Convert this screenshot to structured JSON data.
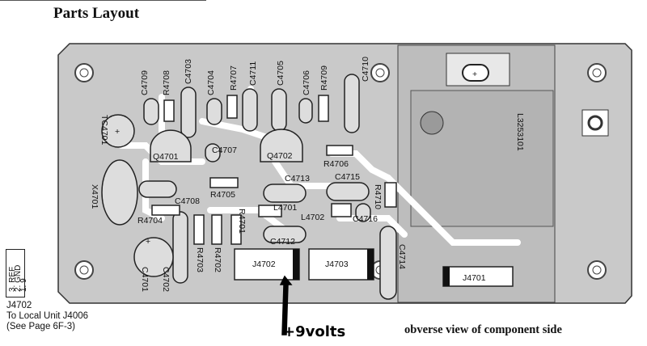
{
  "title": "Parts Layout",
  "caption": "obverse view of component side",
  "annotation": "+9volts",
  "connector_note": {
    "line1": "J4702",
    "line2": "To Local Unit J4006",
    "line3": "(See Page 6F-3)"
  },
  "pinout": [
    "3. REF",
    "2. GND",
    "1. 9"
  ],
  "board_marking": "L3253101",
  "components": {
    "C4709": "C4709",
    "R4708": "R4708",
    "C4703": "C4703",
    "C4704": "C4704",
    "R4707": "R4707",
    "C4711": "C4711",
    "C4705": "C4705",
    "C4706": "C4706",
    "R4709": "R4709",
    "C4710": "C4710",
    "TC4701": "TC4701",
    "Q4701": "Q4701",
    "C4707": "C4707",
    "Q4702": "Q4702",
    "R4706": "R4706",
    "X4701": "X4701",
    "C4713": "C4713",
    "C4715": "C4715",
    "R4710": "R4710",
    "R4705": "R4705",
    "C4708": "C4708",
    "L4701": "L4701",
    "L4702": "L4702",
    "C4716": "C4716",
    "R4704": "R4704",
    "R4701": "R4701",
    "C4712": "C4712",
    "R4703": "R4703",
    "R4702": "R4702",
    "C4701": "C4701",
    "C4702": "C4702",
    "J4702": "J4702",
    "J4703": "J4703",
    "C4714": "C4714",
    "J4701": "J4701"
  },
  "colors": {
    "board": "#c9c9c9",
    "trace": "#ffffff",
    "ink": "#111111"
  }
}
